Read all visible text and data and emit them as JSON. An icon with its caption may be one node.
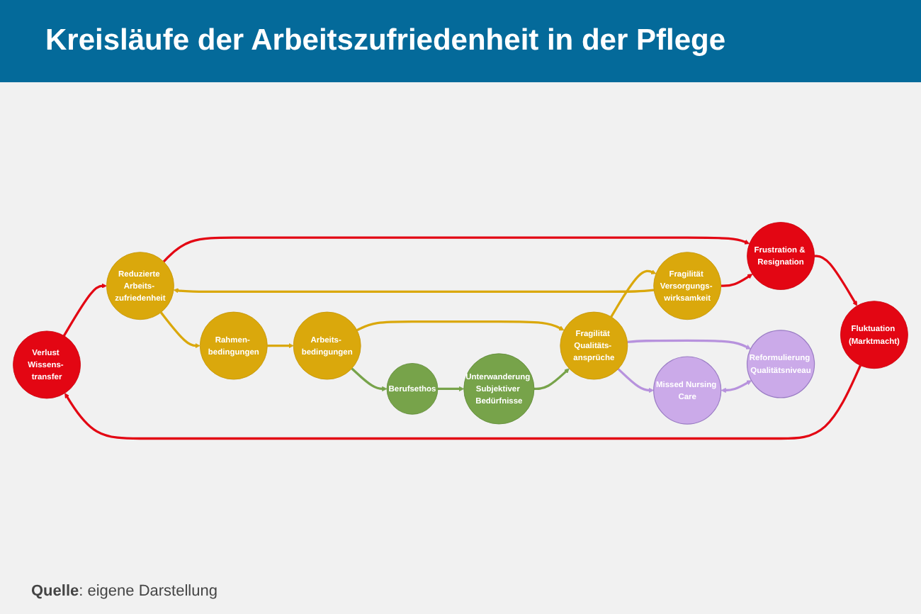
{
  "diagram": {
    "title": "Kreisläufe der Arbeitszufriedenheit in der Pflege",
    "caption": "**Quelle**: eigene Darstellung",
    "nodes": [
      {
        "text": [
          "Verlust Wissens- transfer"
        ]
      },
      {
        "text": [
          "Rahmen- bedingungen"
        ]
      },
      {
        "text": [
          "Fluktuation (Marktmacht)"
        ]
      },
      {
        "text": [
          "Reduzierte Arbeits- zufriedenheit"
        ]
      },
      {
        "text": [
          "Arbeits- bedingungen"
        ]
      },
      {
        "text": [
          "Berufsethos"
        ]
      },
      {
        "text": [
          "Frustration & Resignation"
        ]
      },
      {
        "text": [
          "Fragilität Versorgungs- wirksamkeit"
        ]
      },
      {
        "text": [
          "Fragilität Qualitäts- ansprüche"
        ]
      },
      {
        "text": [
          "Unterwanderung Subjektiver Bedürfnisse"
        ]
      },
      {
        "text": [
          "Missed Nursing Care"
        ]
      },
      {
        "text": [
          "Reformulierung Qualitätsniveau"
        ]
      }
    ],
    "edges": [
      {
        "from": 2,
        "to": 0,
        "arrow": "to",
        "color": "#e30613"
      },
      {
        "from": 0,
        "to": 3,
        "arrow": "to",
        "color": "#e30613"
      },
      {
        "from": 3,
        "to": 6,
        "arrow": "to",
        "color": "#e30613"
      },
      {
        "from": 6,
        "to": 2,
        "arrow": "to",
        "color": "#e30613"
      },
      {
        "from": 7,
        "to": 6,
        "arrow": "to",
        "color": "#e30613"
      },
      {
        "from": 3,
        "to": 1,
        "arrow": "to",
        "color": "#daa80c"
      },
      {
        "from": 1,
        "to": 4,
        "arrow": "to",
        "color": "#daa80c"
      },
      {
        "from": 4,
        "to": 8,
        "arrow": "to",
        "color": "#daa80c"
      },
      {
        "from": 8,
        "to": 7,
        "arrow": "to",
        "color": "#daa80c"
      },
      {
        "from": 7,
        "to": 3,
        "arrow": "to",
        "color": "#daa80c"
      },
      {
        "from": 4,
        "to": 5,
        "arrow": "to",
        "color": "#77a34a"
      },
      {
        "from": 5,
        "to": 9,
        "arrow": "to",
        "color": "#77a34a"
      },
      {
        "from": 9,
        "to": 8,
        "arrow": "to",
        "color": "#77a34a"
      },
      {
        "from": 8,
        "to": 10,
        "arrow": "to",
        "color": "#b792dd"
      },
      {
        "from": 8,
        "to": 11,
        "arrow": "to",
        "color": "#b792dd"
      },
      {
        "from": 10,
        "to": 11,
        "arrow": "both",
        "color": "#b792dd"
      }
    ]
  }
}
